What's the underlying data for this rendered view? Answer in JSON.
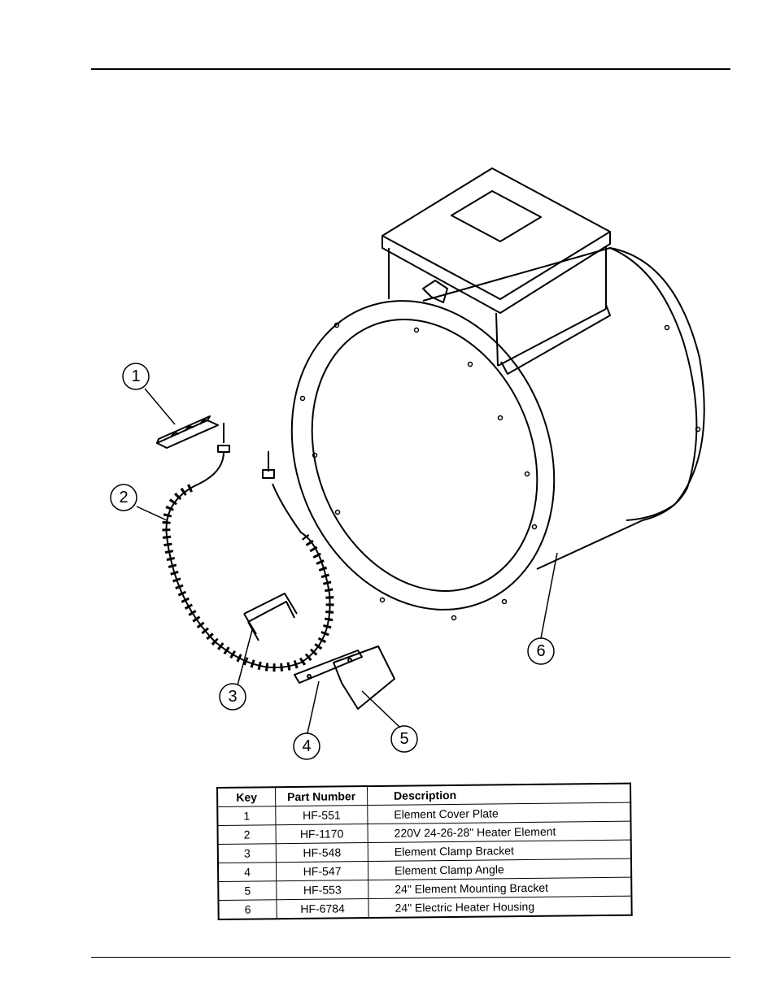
{
  "callouts": [
    "1",
    "2",
    "3",
    "4",
    "5",
    "6"
  ],
  "table": {
    "headers": {
      "key": "Key",
      "part_number": "Part Number",
      "description": "Description"
    },
    "rows": [
      {
        "key": "1",
        "part_number": "HF-551",
        "description": "Element Cover Plate"
      },
      {
        "key": "2",
        "part_number": "HF-1170",
        "description": "220V 24-26-28\" Heater Element"
      },
      {
        "key": "3",
        "part_number": "HF-548",
        "description": "Element Clamp Bracket"
      },
      {
        "key": "4",
        "part_number": "HF-547",
        "description": "Element Clamp Angle"
      },
      {
        "key": "5",
        "part_number": "HF-553",
        "description": "24\" Element Mounting Bracket"
      },
      {
        "key": "6",
        "part_number": "HF-6784",
        "description": "24\" Electric Heater Housing"
      }
    ]
  }
}
